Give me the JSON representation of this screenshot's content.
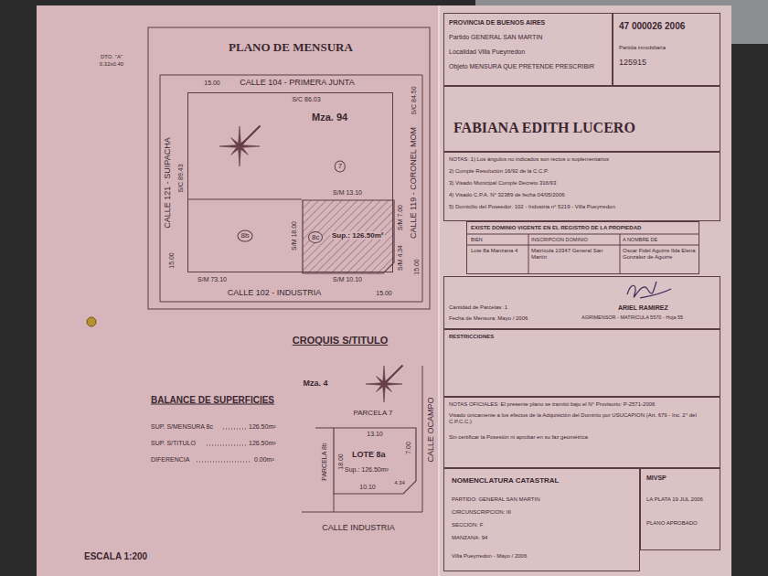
{
  "diagram": {
    "title": "PLANO DE MENSURA",
    "nodes": [
      {
        "text": [
          "Mza. 94"
        ]
      },
      {
        "text": [
          "8c",
          "Sup.: 126.50m²"
        ],
        "in": 0
      },
      {
        "text": [
          "LOTE 8a",
          "Sup.: 126.50m²"
        ]
      },
      {
        "text": [
          "PROVINCIA DE BUENOS AIRES",
          "Partido GENERAL SAN MARTIN",
          "Localidad Villa Pueyrredon",
          "Objeto MENSURA QUE PRETENDE PRESCRIBIR"
        ]
      },
      {
        "text": [
          "47 000026 2006",
          "Partida inmobiliaria",
          "125915"
        ]
      },
      {
        "text": [
          "FABIANA EDITH LUCERO"
        ]
      },
      {
        "text": [
          "NOTAS: 1) Los ángulos no indicados son rectos o suplementarios",
          "2) Cumple Resolución 16/92 de la C.C.P.",
          "3) Visado Municipal Cumple Decreto 316/93",
          "4) Visado C.P.A. N° 32389 de fecha 04/05/2006",
          "5) Domicilio del Poseedor: 102 - Industria n° 5219 - Villa Pueyrredon"
        ]
      },
      {
        "text": [
          "EXISTE DOMINIO VIGENTE EN EL REGISTRO DE LA PROPIEDAD",
          "BIEN",
          "INSCRIPCION DOMINIO",
          "A NOMBRE DE",
          "Lote 8a Manzana 4",
          "Matrícula 10347 General San Martín",
          "Oscar Fidel Aguirre Ilda Elena Gonzalez de Aguirre"
        ]
      },
      {
        "text": [
          "Cantidad de Parcelas: 1",
          "Fecha de Mensura: Mayo / 2006",
          "ARIEL RAMIREZ",
          "AGRIMENSOR - MATRICULA 5570 - Hoja 55"
        ]
      },
      {
        "text": [
          "RESTRICCIONES"
        ]
      },
      {
        "text": [
          "NOTAS OFICIALES: El presente plano se tramitó bajo el N° Provisorio: P-2571-2006",
          "Visado únicamente a los efectos de la Adquisición del Dominio por USUCAPION (Art. 679 - Inc. 2° del C.P.C.C.)",
          "Sin certificar la Posesión ni aprobar en su faz geométrica"
        ]
      },
      {
        "text": [
          "NOMENCLATURA CATASTRAL",
          "PARTIDO: GENERAL SAN MARTIN",
          "CIRCUNSCRIPCION: III",
          "SECCION: F",
          "MANZANA: 94",
          "Villa Pueyrredon - Mayo / 2006"
        ]
      },
      {
        "text": [
          "MIVSP",
          "LA PLATA 19 JUL 2006",
          "PLANO APROBADO"
        ]
      }
    ],
    "labels": [
      "DTO. \"A\"",
      "0.32x0.40",
      "CALLE 104 - PRIMERA JUNTA",
      "15.00",
      "S/C 86.03",
      "CALLE 121 - SUIPACHA",
      "S/C 89.43",
      "15.00",
      "CALLE 119 - CORONEL MOM",
      "S/C 84.50",
      "7",
      "8b",
      "S/M 13.10",
      "S/M 18.00",
      "S/M 7.00",
      "S/M 4.34",
      "15.00",
      "S/M 73.10",
      "S/M 10.10",
      "CALLE 102 - INDUSTRIA",
      "15.00",
      "CROQUIS S/TITULO",
      "Mza. 4",
      "PARCELA 7",
      "PARCELA 8b",
      "13.10",
      "18.00",
      "7.00",
      "10.10",
      "4.34",
      "CALLE OCAMPO",
      "CALLE INDUSTRIA",
      "BALANCE DE SUPERFICIES",
      "SUP. S/MENSURA 8c",
      "126.50m²",
      "SUP. S/TITULO",
      "126.50m²",
      "DIFERENCIA",
      "0.00m²",
      "ESCALA 1:200"
    ]
  }
}
